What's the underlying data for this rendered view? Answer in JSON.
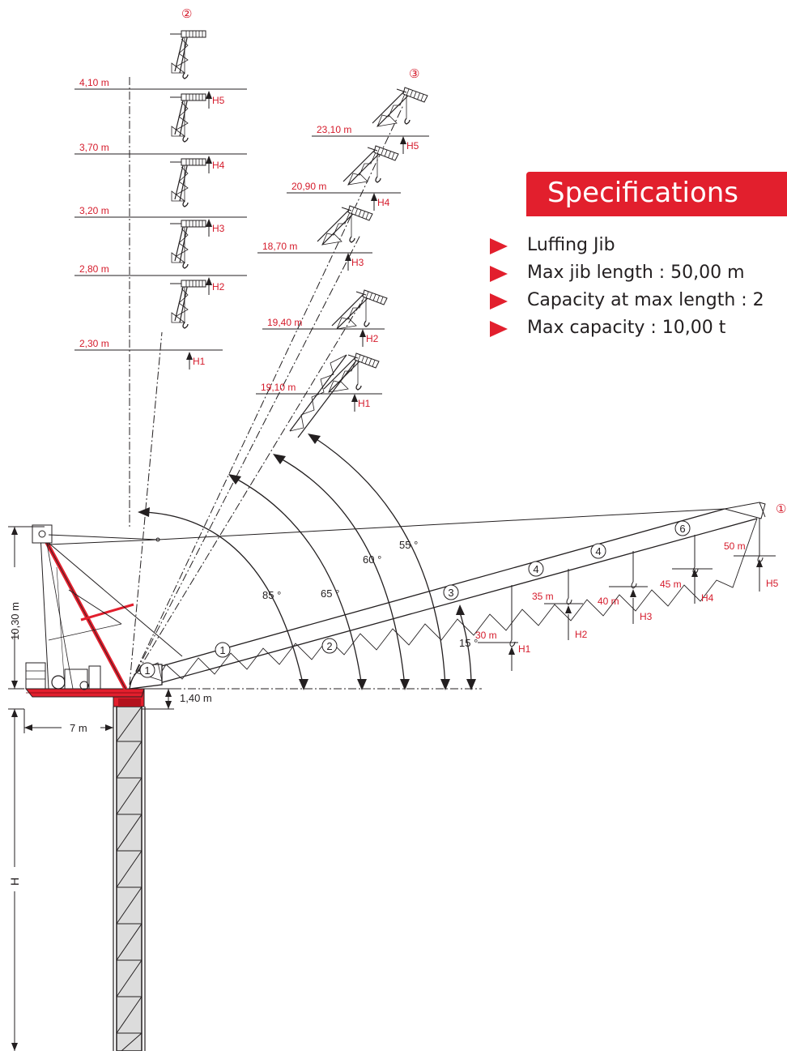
{
  "specs": {
    "heading": "Specifications",
    "items": [
      "Luffing Jib",
      "Max jib length : 50,00 m",
      "Capacity at max length : 2",
      "Max capacity : 10,00 t"
    ]
  },
  "config_markers": [
    "②",
    "③",
    "①"
  ],
  "vertical_config": {
    "radii": [
      "4,10 m",
      "3,70 m",
      "3,20 m",
      "2,80 m",
      "2,30 m"
    ],
    "heights": [
      "H5",
      "H4",
      "H3",
      "H2",
      "H1"
    ]
  },
  "mid_config": {
    "radii": [
      "23,10 m",
      "20,90 m",
      "18,70 m",
      "19,40 m",
      "19,10 m"
    ],
    "heights": [
      "H5",
      "H4",
      "H3",
      "H2",
      "H1"
    ]
  },
  "horizontal_config": {
    "radii": [
      "30 m",
      "35 m",
      "40 m",
      "45 m",
      "50 m"
    ],
    "heights": [
      "H1",
      "H2",
      "H3",
      "H4",
      "H5"
    ]
  },
  "angles": [
    "85 °",
    "65 °",
    "60 °",
    "55 °",
    "15 °"
  ],
  "section_numbers": [
    "1",
    "1",
    "2",
    "3",
    "4",
    "4",
    "6"
  ],
  "dimensions": {
    "top_height": "10,30 m",
    "slew_height": "1,40 m",
    "counter_jib": "7 m",
    "tower_height": "H"
  },
  "colors": {
    "accent": "#e21f2d",
    "line": "#231f20",
    "label_red": "#d51b2b"
  }
}
